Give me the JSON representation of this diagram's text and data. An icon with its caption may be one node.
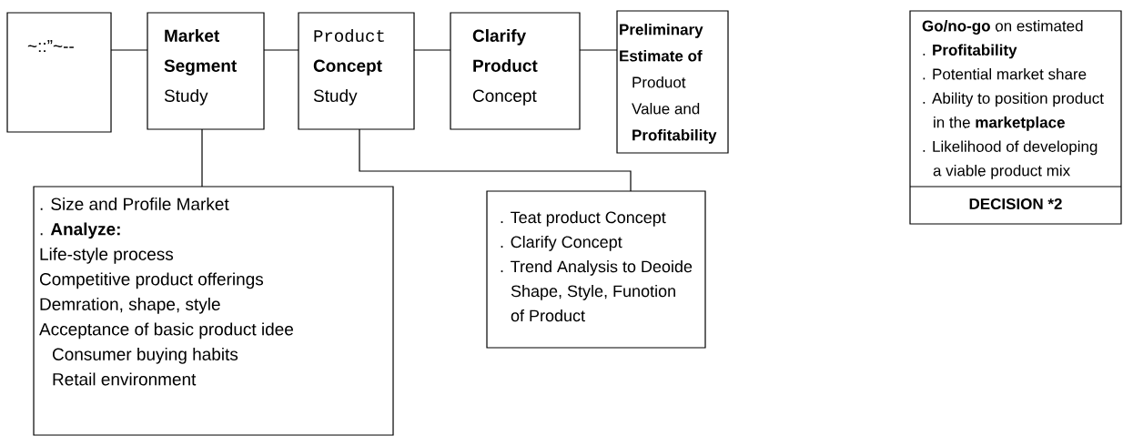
{
  "diagram": {
    "nodes": [
      {
        "text": [
          "~::”~--"
        ]
      },
      {
        "text": [
          "Market Segment",
          "Study"
        ]
      },
      {
        "text": [
          "Product",
          "Concept",
          "Study"
        ]
      },
      {
        "text": [
          "Clarify Product",
          "Concept"
        ]
      },
      {
        "text": [
          "Preliminary Estimate of",
          "Produot Value and **Profitability**"
        ]
      },
      {
        "text": [
          "**Go/no-go** on estimated",
          ". **Profitability**",
          ". Potential market share",
          ". Ability to position product in the **marketplace**",
          ". Likelihood of developing a viable product mix",
          "DECISION *2"
        ]
      },
      {
        "text": [
          ". Size and Profile Market",
          ". **Analyze:**",
          "Life-style process",
          "Competitive product offerings",
          "Demration, shape, style",
          "Acceptance of basic product idee",
          "Consumer buying habits",
          "Retail environment"
        ]
      },
      {
        "text": [
          ". Teat product Concept",
          ". Clarify Concept",
          ". Trend Analysis to Deoide Shape, Style, Funotion of Product"
        ]
      }
    ],
    "edges": [
      {
        "from": 0,
        "to": 1,
        "arrow": "none"
      },
      {
        "from": 1,
        "to": 2,
        "arrow": "none"
      },
      {
        "from": 2,
        "to": 3,
        "arrow": "none"
      },
      {
        "from": 3,
        "to": 4,
        "arrow": "none"
      },
      {
        "from": 1,
        "to": 6,
        "arrow": "none"
      },
      {
        "from": 2,
        "to": 7,
        "arrow": "none"
      }
    ]
  }
}
